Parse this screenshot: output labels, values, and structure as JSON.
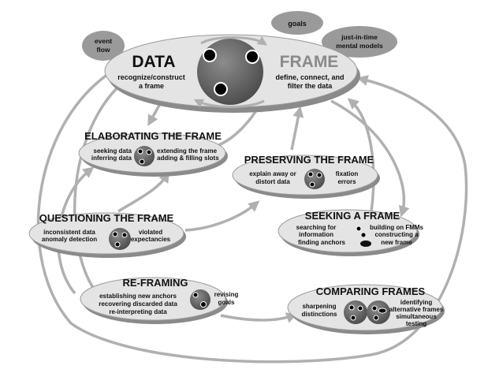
{
  "nodes": {
    "data": {
      "title": "DATA",
      "lines": [
        "recognize/construct",
        "a frame"
      ]
    },
    "frame": {
      "title": "FRAME",
      "lines": [
        "define, connect, and",
        "filter the data"
      ]
    },
    "goals": "goals",
    "event_flow": [
      "event",
      "flow"
    ],
    "mental_models": [
      "just-in-time",
      "mental models"
    ],
    "elaborating": {
      "title": "ELABORATING THE FRAME",
      "left": [
        "seeking data",
        "inferring data"
      ],
      "right": [
        "extending the frame",
        "adding & filling slots"
      ]
    },
    "preserving": {
      "title": "PRESERVING THE FRAME",
      "left": [
        "explain away or",
        "distort data"
      ],
      "right": [
        "fixation",
        "errors"
      ]
    },
    "questioning": {
      "title": "QUESTIONING THE FRAME",
      "left": [
        "inconsistent data",
        "anomaly detection"
      ],
      "right": [
        "violated",
        "expectancies"
      ]
    },
    "seeking": {
      "title": "SEEKING A FRAME",
      "left": [
        "searching for",
        "information",
        "finding anchors"
      ],
      "right": [
        "building on FMMs",
        "constructing a",
        "new frame"
      ]
    },
    "reframing": {
      "title": "RE-FRAMING",
      "left": [
        "establishing new anchors",
        "recovering discarded data",
        "re-interpreting data"
      ],
      "right": [
        "revising",
        "goals"
      ]
    },
    "comparing": {
      "title": "COMPARING FRAMES",
      "left": [
        "sharpening",
        "distinctions"
      ],
      "right": [
        "identifying",
        "alternative frames",
        "simultaneous",
        "testing"
      ]
    }
  },
  "colors": {
    "ellipse_fill": "#e4e4e4",
    "ellipse_shadow": "#8a8a8a",
    "disc": "#555555",
    "arrow": "#b0b0b0",
    "bubble": "#9a9a9a"
  }
}
